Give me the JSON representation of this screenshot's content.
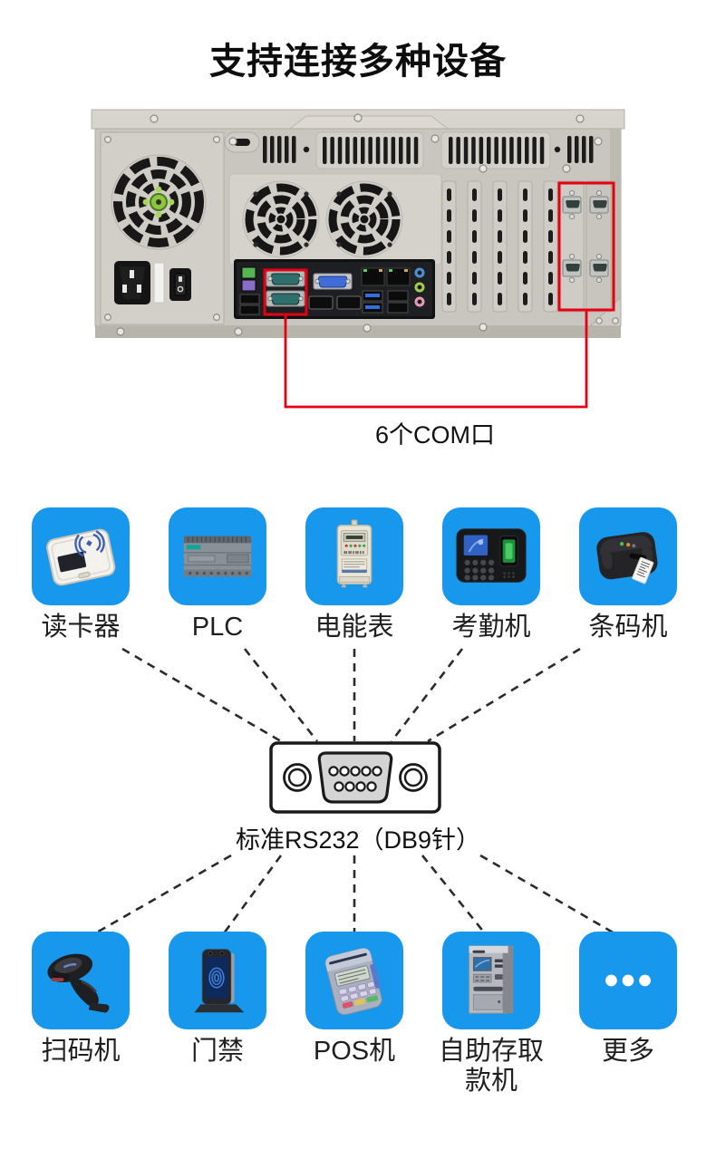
{
  "title": "支持连接多种设备",
  "photo": {
    "caption": "6个COM口"
  },
  "connector": {
    "label": "标准RS232（DB9针）"
  },
  "top_devices": [
    {
      "label": "读卡器",
      "icon": "card-reader-icon"
    },
    {
      "label": "PLC",
      "icon": "plc-icon"
    },
    {
      "label": "电能表",
      "icon": "energy-meter-icon"
    },
    {
      "label": "考勤机",
      "icon": "attendance-machine-icon"
    },
    {
      "label": "条码机",
      "icon": "barcode-printer-icon"
    }
  ],
  "bottom_devices": [
    {
      "label": "扫码机",
      "icon": "barcode-scanner-icon"
    },
    {
      "label": "门禁",
      "icon": "access-control-icon"
    },
    {
      "label": "POS机",
      "icon": "pos-terminal-icon"
    },
    {
      "label": "自助存取款机",
      "icon": "atm-icon"
    },
    {
      "label": "更多",
      "icon": "more-dots-icon"
    }
  ],
  "colors": {
    "tile_blue": "#1798ec",
    "highlight_red": "#e60012",
    "line_dark": "#2b2b2b"
  }
}
